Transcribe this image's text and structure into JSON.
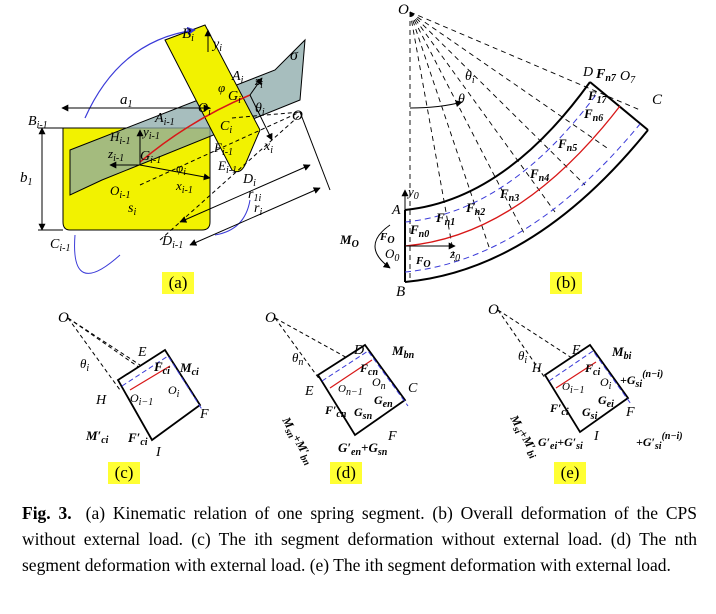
{
  "panels": {
    "a": {
      "tag": "(a)",
      "labels": {
        "B_i": "B",
        "B_i_sub": "i",
        "y_i": "y",
        "y_i_sub": "i",
        "sigma": "σ",
        "A_i": "A",
        "A_i_sub": "i",
        "z_i": "z",
        "z_i_sub": "i",
        "O_i": "O",
        "O_i_sub": "i",
        "G_i": "G",
        "G_i_sub": "i",
        "theta_i": "θ",
        "theta_i_sub": "i",
        "phi": "φ",
        "O": "O",
        "B_im1": "B",
        "B_im1_sub": "i-1",
        "a_1": "a",
        "a_1_sub": "1",
        "A_im1": "A",
        "A_im1_sub": "i-1",
        "C_i": "C",
        "C_i_sub": "i",
        "x_i": "x",
        "x_i_sub": "i",
        "H_im1": "H",
        "H_im1_sub": "i-1",
        "y_im1": "y",
        "y_im1_sub": "i-1",
        "z_im1": "z",
        "z_im1_sub": "i-1",
        "F_im1": "F",
        "F_im1_sub": "i-1",
        "D_i": "D",
        "D_i_sub": "i",
        "b_1": "b",
        "b_1_sub": "1",
        "G_im1": "G",
        "G_im1_sub": "i-1",
        "phi_i": "φ",
        "phi_i_sub": "i",
        "E_im1": "E",
        "E_im1_sub": "i-1",
        "O_im1": "O",
        "O_im1_sub": "i-1",
        "x_im1": "x",
        "x_im1_sub": "i-1",
        "r_1i": "r",
        "r_1i_sub": "1i",
        "s_i": "s",
        "s_i_sub": "i",
        "r_i": "r",
        "r_i_sub": "i",
        "C_im1": "C",
        "C_im1_sub": "i-1",
        "D_im1": "D",
        "D_im1_sub": "i-1"
      }
    },
    "b": {
      "tag": "(b)",
      "labels": {
        "O": "O",
        "theta_i": "θ",
        "theta_i_sub": "i",
        "theta": "θ",
        "D": "D",
        "F_n7": "F",
        "F_n7_sub": "n7",
        "O_7": "O",
        "O_7_sub": "7",
        "C": "C",
        "F_17": "F",
        "F_17_sub": "17",
        "F_n6": "F",
        "F_n6_sub": "n6",
        "F_n5": "F",
        "F_n5_sub": "n5",
        "F_n4": "F",
        "F_n4_sub": "n4",
        "F_n3": "F",
        "F_n3_sub": "n3",
        "F_n2": "F",
        "F_n2_sub": "n2",
        "F_n1": "F",
        "F_n1_sub": "n1",
        "F_n0": "F",
        "F_n0_sub": "n0",
        "y_0": "y",
        "y_0_sub": "0",
        "A": "A",
        "M_O0": "M",
        "M_O0_sub": "O",
        "F_O0z": "F",
        "F_O0z_sub": "O",
        "F_O0y": "F",
        "F_O0y_sub": "O",
        "O_0": "O",
        "O_0_sub": "0",
        "z_0": "z",
        "z_0_sub": "0",
        "B": "B"
      }
    },
    "c": {
      "tag": "(c)",
      "labels": {
        "O": "O",
        "theta_i": "θ",
        "theta_i_sub": "i",
        "E": "E",
        "F_ci": "F",
        "F_ci_sub": "ci",
        "M_ci": "M",
        "M_ci_sub": "ci",
        "O_im1": "O",
        "O_im1_sub": "i−1",
        "O_i": "O",
        "O_i_sub": "i",
        "H": "H",
        "F": "F",
        "M_ci_p": "M′",
        "M_ci_p_sub": "ci",
        "F_ci_p": "F′",
        "F_ci_p_sub": "ci",
        "I": "I"
      }
    },
    "d": {
      "tag": "(d)",
      "labels": {
        "O": "O",
        "theta_n": "θ",
        "theta_n_sub": "n",
        "D": "D",
        "M_bn": "M",
        "M_bn_sub": "bn",
        "F_cn": "F",
        "F_cn_sub": "cn",
        "O_nm1": "O",
        "O_nm1_sub": "n−1",
        "O_n": "O",
        "O_n_sub": "n",
        "E": "E",
        "C": "C",
        "G_en": "G",
        "G_en_sub": "en",
        "G_sn": "G",
        "G_sn_sub": "sn",
        "F_cn_p": "F′",
        "F_cn_p_sub": "cn",
        "M_sum": "M",
        "M_sum_sub": "sn",
        "M_sum_op": "+M′",
        "M_sum_sub2": "bn",
        "F": "F",
        "G_sum": "G′",
        "G_sum_sub": "en",
        "G_sum_op": "+G",
        "G_sum_sub2": "sn"
      }
    },
    "e": {
      "tag": "(e)",
      "labels": {
        "O": "O",
        "theta_i": "θ",
        "theta_i_sub": "i",
        "E": "E",
        "M_bi": "M",
        "M_bi_sub": "bi",
        "H": "H",
        "F_ci": "F",
        "F_ci_sub": "ci",
        "O_im1": "O",
        "O_im1_sub": "i−1",
        "O_i": "O",
        "O_i_sub": "i",
        "G_si_nmi": "+G",
        "G_si_nmi_sub": "si",
        "G_si_nmi_sup": "(n−i)",
        "G_ei": "G",
        "G_ei_sub": "ei",
        "G_si": "G",
        "G_si_sub": "si",
        "F_ci_p": "F′",
        "F_ci_p_sub": "ci",
        "M_sum": "M",
        "M_sum_sub": "si",
        "M_sum_op": "+M′",
        "M_sum_sub2": "bi",
        "F": "F",
        "I": "I",
        "G_sum1": "G′",
        "G_sum1_sub": "ei",
        "G_sum1_op": "+G′",
        "G_sum1_sub2": "si",
        "G_sum2": "+G′",
        "G_sum2_sub": "si",
        "G_sum2_sup": "(n−i)"
      }
    }
  },
  "caption": {
    "label": "Fig. 3.",
    "text": "(a) Kinematic relation of one spring segment. (b) Overall deformation of the CPS without external load. (c) The ith segment deformation without external load. (d) The nth segment deformation with external load. (e) The ith segment deformation with external load."
  },
  "colors": {
    "yellow_fill": "#f2f200",
    "teal_fill": "#8aa8a8",
    "blue": "#3a3ad8",
    "red": "#d81818",
    "panel_tag": "#ffff33"
  }
}
